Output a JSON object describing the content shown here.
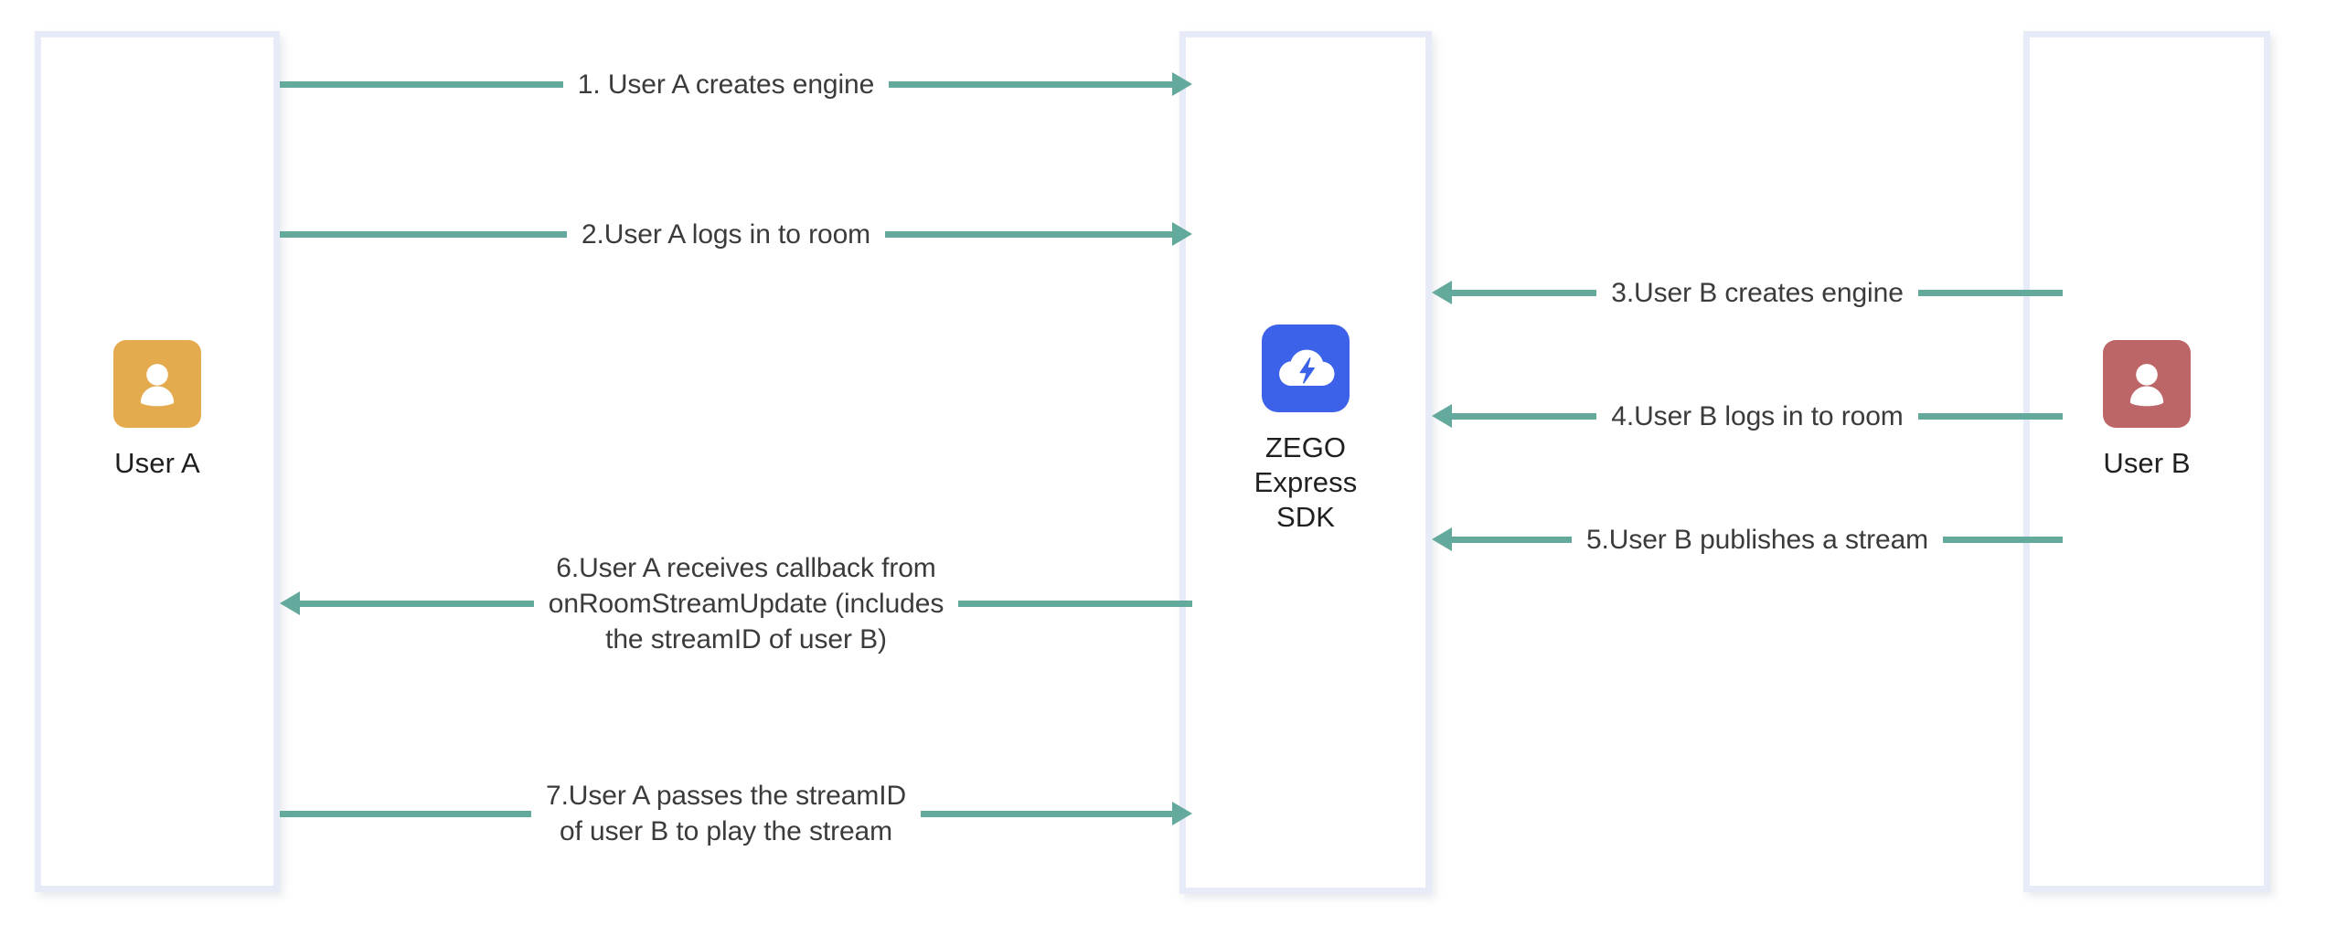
{
  "diagram": {
    "title": "ZEGO Express SDK publish/play flow",
    "colors": {
      "arrow": "#63a99c",
      "box_border": "#e6ebf7",
      "user_a_avatar": "#e3ab4d",
      "user_b_avatar": "#bd6668",
      "sdk_logo": "#3b62e8",
      "label_text": "#3b3b3b",
      "caption_text": "#1f1f1f"
    },
    "actors": [
      {
        "id": "user-a",
        "caption": "User A",
        "avatar_icon": "person-icon",
        "avatar_color": "#e3ab4d"
      },
      {
        "id": "sdk",
        "caption": "ZEGO\nExpress\nSDK",
        "avatar_icon": "cloud-lightning-icon",
        "avatar_color": "#3b62e8"
      },
      {
        "id": "user-b",
        "caption": "User B",
        "avatar_icon": "person-icon",
        "avatar_color": "#bd6668"
      }
    ],
    "messages": [
      {
        "id": "msg-1",
        "label": "1. User A creates engine",
        "direction": "right",
        "from": "user-a",
        "to": "sdk"
      },
      {
        "id": "msg-2",
        "label": "2.User A logs in to room",
        "direction": "right",
        "from": "user-a",
        "to": "sdk"
      },
      {
        "id": "msg-3",
        "label": "3.User B creates engine",
        "direction": "left",
        "from": "user-b",
        "to": "sdk"
      },
      {
        "id": "msg-4",
        "label": "4.User B logs in to room",
        "direction": "left",
        "from": "user-b",
        "to": "sdk"
      },
      {
        "id": "msg-5",
        "label": "5.User B publishes a stream",
        "direction": "left",
        "from": "user-b",
        "to": "sdk"
      },
      {
        "id": "msg-6",
        "label": "6.User A receives callback from\nonRoomStreamUpdate (includes\nthe streamID of user B)",
        "direction": "left",
        "from": "sdk",
        "to": "user-a"
      },
      {
        "id": "msg-7",
        "label": "7.User A passes the streamID\nof user B to play the stream",
        "direction": "right",
        "from": "user-a",
        "to": "sdk"
      }
    ]
  }
}
